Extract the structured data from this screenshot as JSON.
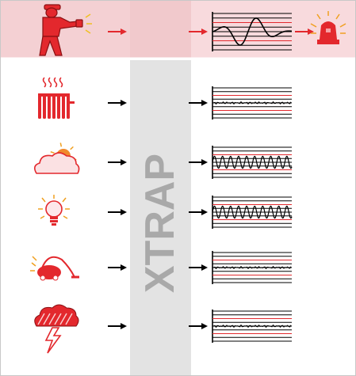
{
  "label": {
    "text": "XTRAP"
  },
  "colors": {
    "accent": "#e3282d",
    "highlight_row": "#f8dadd",
    "highlight_band": "#f1c9cc",
    "band": "#e3e3e3",
    "frame": "#c8c8c8",
    "line": "#000000"
  },
  "rows": [
    {
      "source": "intruder-icon",
      "signal": "large-wave",
      "alert": "alarm-beacon-icon",
      "highlighted": true
    },
    {
      "source": "radiator-icon",
      "signal": "flat-noise",
      "highlighted": false
    },
    {
      "source": "sun-cloud-icon",
      "signal": "periodic-wave",
      "highlighted": false
    },
    {
      "source": "light-bulb-icon",
      "signal": "periodic-wave",
      "highlighted": false
    },
    {
      "source": "vacuum-cleaner-icon",
      "signal": "flat-noise",
      "highlighted": false
    },
    {
      "source": "storm-cloud-icon",
      "signal": "flat-noise",
      "highlighted": false
    }
  ]
}
